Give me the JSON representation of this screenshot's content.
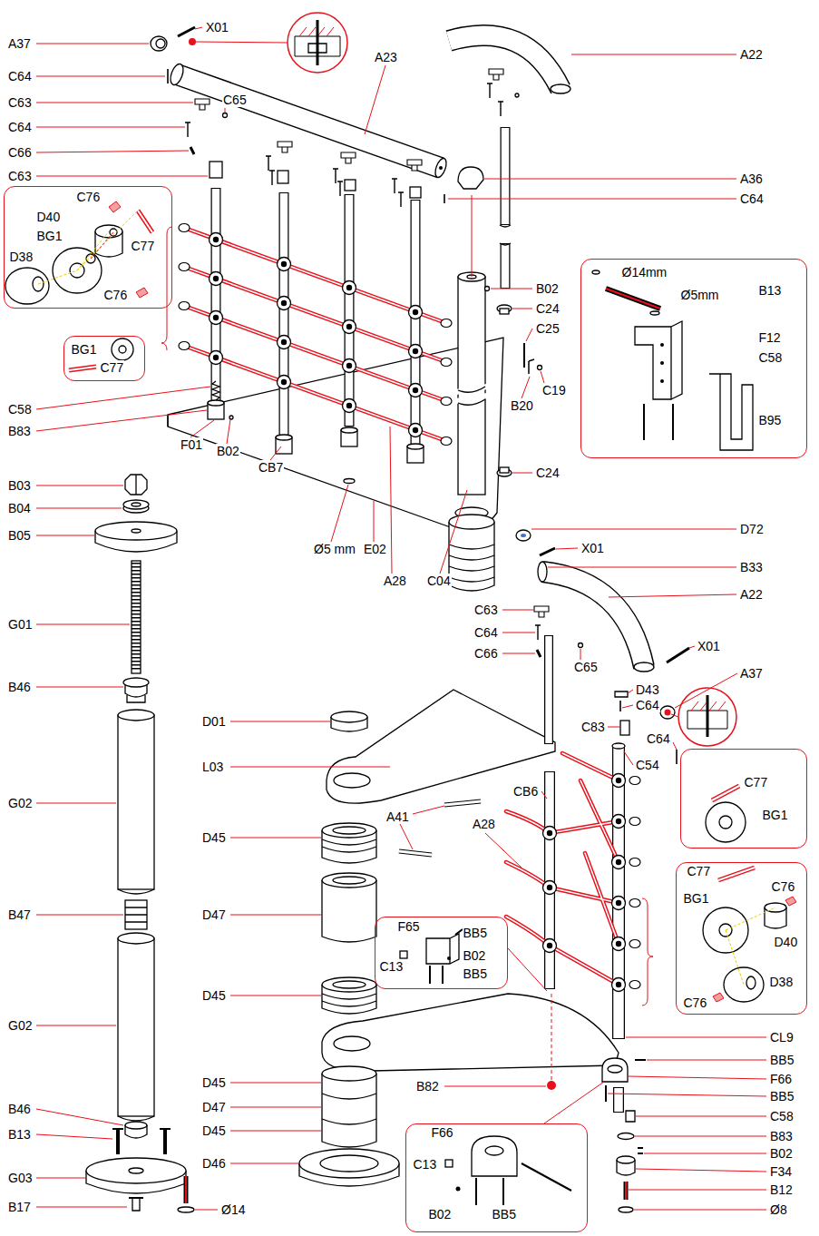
{
  "diagram": {
    "nodes": [
      {
        "text": [
          "C76",
          "D40",
          "BG1",
          "D38",
          "C77",
          "C76"
        ]
      },
      {
        "text": [
          "BG1",
          "C77"
        ]
      },
      {
        "text": [
          "Ø14mm",
          "B13",
          "Ø5mm",
          "F12",
          "C58",
          "B95"
        ]
      },
      {
        "text": [
          "C77",
          "BG1"
        ]
      },
      {
        "text": [
          "C77",
          "C76",
          "BG1",
          "D40",
          "D38",
          "C76"
        ]
      },
      {
        "text": [
          "F65",
          "BB5",
          "C13",
          "B02",
          "BB5"
        ]
      },
      {
        "text": [
          "F66",
          "C13",
          "B02",
          "BB5"
        ]
      }
    ],
    "labels": [
      "X01",
      "A37",
      "C64",
      "C63",
      "C64",
      "C66",
      "C63",
      "C65",
      "A23",
      "A22",
      "A36",
      "C64",
      "B02",
      "C24",
      "C25",
      "C19",
      "B20",
      "C24",
      "C58",
      "B83",
      "F01",
      "B02",
      "CB7",
      "Ø5 mm",
      "E02",
      "A28",
      "C04",
      "B03",
      "B04",
      "B05",
      "G01",
      "B46",
      "G02",
      "B47",
      "G02",
      "B46",
      "B13",
      "G03",
      "B17",
      "Ø14",
      "D01",
      "L03",
      "D45",
      "D47",
      "D45",
      "D45",
      "D47",
      "D45",
      "D46",
      "A41",
      "CB6",
      "A28",
      "B82",
      "CL9",
      "BB5",
      "F66",
      "BB5",
      "C58",
      "B83",
      "B02",
      "F34",
      "B12",
      "Ø8",
      "D72",
      "X01",
      "B33",
      "A22",
      "C63",
      "C64",
      "C66",
      "C65",
      "D43",
      "C64",
      "X01",
      "A37",
      "C83",
      "C64",
      "C54"
    ]
  }
}
